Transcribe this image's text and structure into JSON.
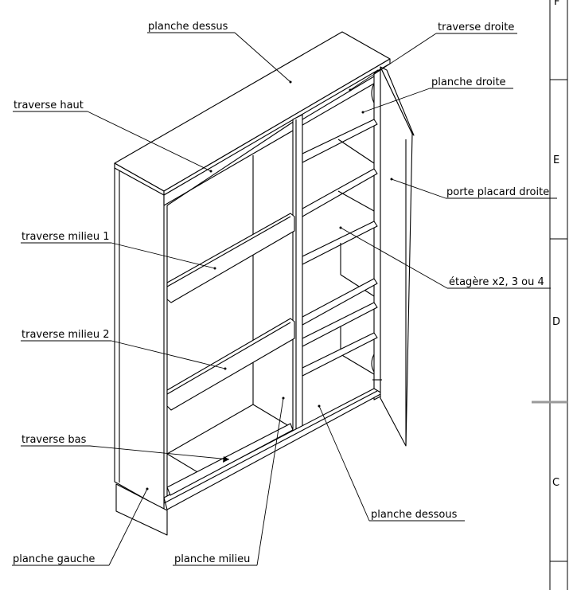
{
  "labels": {
    "planche_dessus": "planche dessus",
    "traverse_droite": "traverse droite",
    "planche_droite": "planche droite",
    "traverse_haut": "traverse haut",
    "porte_placard_droite": "porte placard droite",
    "traverse_milieu_1": "traverse milieu 1",
    "etagere": "étagère x2, 3 ou 4",
    "traverse_milieu_2": "traverse milieu 2",
    "traverse_bas": "traverse bas",
    "planche_dessous": "planche dessous",
    "planche_gauche": "planche gauche",
    "planche_milieu": "planche milieu"
  },
  "frame": {
    "zone_top": "F",
    "zone_e": "E",
    "zone_d": "D",
    "zone_c": "C"
  }
}
